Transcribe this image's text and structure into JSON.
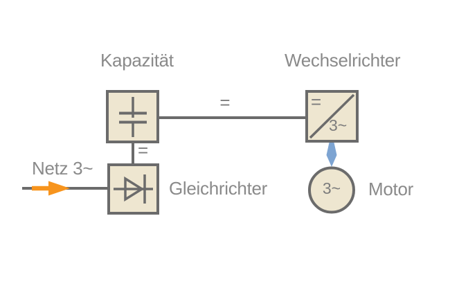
{
  "diagram": {
    "description": "Frequency converter drive block diagram (German labels)"
  },
  "labels": {
    "capacitor": "Kapazität",
    "inverter": "Wechselrichter",
    "grid": "Netz 3~",
    "rectifier": "Gleichrichter",
    "motor": "Motor"
  },
  "annotations": {
    "dc_bus_equals": "=",
    "dc_link_equals": "=",
    "inverter_dc_side": "=",
    "inverter_ac_side": "3~",
    "motor_phases": "3~"
  },
  "icons": {
    "grid_flow_arrow": "right-arrow",
    "motor_feed_arrow": "down-arrow"
  },
  "colors": {
    "background": "#ffffff",
    "line_gray": "#6b6b6b",
    "text_gray": "#8a8a8a",
    "symbol_gray": "#7c7c7c",
    "box_fill": "#eee6d0",
    "arrow_orange": "#f7941d",
    "arrow_blue": "#7da4d2"
  }
}
